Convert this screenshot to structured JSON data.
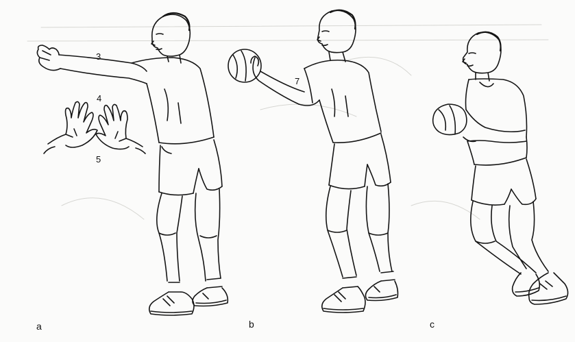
{
  "labels": {
    "callout_3": "3",
    "callout_4": "4",
    "callout_5": "5",
    "callout_7": "7"
  },
  "panels": {
    "a": "a",
    "b": "b",
    "c": "c"
  }
}
